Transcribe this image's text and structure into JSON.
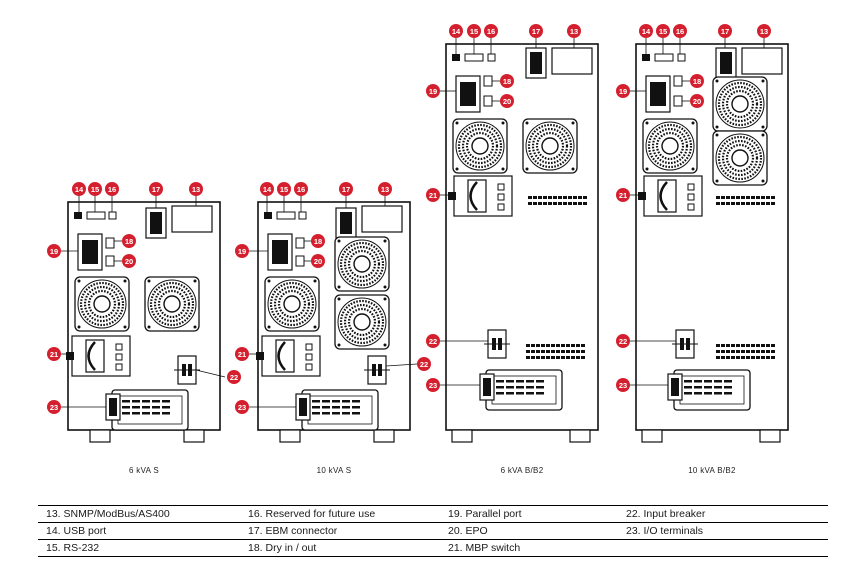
{
  "callouts": [
    "13",
    "14",
    "15",
    "16",
    "17",
    "18",
    "19",
    "20",
    "21",
    "22",
    "23"
  ],
  "captions": {
    "unit_6kva_s": "6 kVA S",
    "unit_10kva_s": "10 kVA S",
    "unit_6kva_b": "6 kVA B/B2",
    "unit_10kva_b": "10 kVA B/B2"
  },
  "legend": {
    "rows": [
      [
        "13. SNMP/ModBus/AS400",
        "16. Reserved for future use",
        "19. Parallel port",
        "22. Input breaker"
      ],
      [
        "14. USB port",
        "17. EBM connector",
        "20. EPO",
        "23. I/O terminals"
      ],
      [
        "15. RS-232",
        "18. Dry in / out",
        "21. MBP switch",
        ""
      ]
    ]
  },
  "colors": {
    "callout_fill": "#d4202e",
    "callout_text": "#ffffff",
    "line": "#111111",
    "ink": "#1a1a1a"
  }
}
